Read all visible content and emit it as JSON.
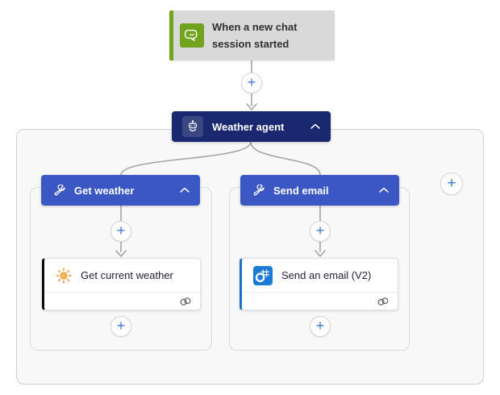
{
  "page": {
    "background": "#ffffff"
  },
  "trigger": {
    "title": "When a new chat session started",
    "icon": "chat-bubble-icon",
    "bg": "#d9d9d9",
    "accent_green": "#71a31f",
    "text_color": "#30302e"
  },
  "agent": {
    "label": "Weather agent",
    "icon": "robot-icon",
    "bg": "#1a296f",
    "chevron": "chevron-up-icon"
  },
  "branches": [
    {
      "header": {
        "label": "Get weather",
        "icon": "wrench-icon",
        "bg": "#3b57c4",
        "chevron": "chevron-up-icon"
      },
      "action": {
        "title": "Get current weather",
        "icon": "sun-icon",
        "accent": "#0a0a0a",
        "footer_icon": "connection-icon"
      }
    },
    {
      "header": {
        "label": "Send email",
        "icon": "wrench-icon",
        "bg": "#3b57c4",
        "chevron": "chevron-up-icon"
      },
      "action": {
        "title": "Send an email (V2)",
        "icon": "outlook-icon",
        "accent": "#1673cd",
        "footer_icon": "connection-icon"
      }
    }
  ],
  "controls": {
    "plus": "+"
  },
  "colors": {
    "connector": "#a6a4a2",
    "plus_blue": "#3b79d8",
    "container_bg": "#f8f8f8",
    "container_border": "#d2d0ce",
    "tool_blue": "#3b57c4",
    "agent_navy": "#1a296f",
    "outlook_blue": "#1a7ad4",
    "sun_orange": "#f2a33c"
  }
}
